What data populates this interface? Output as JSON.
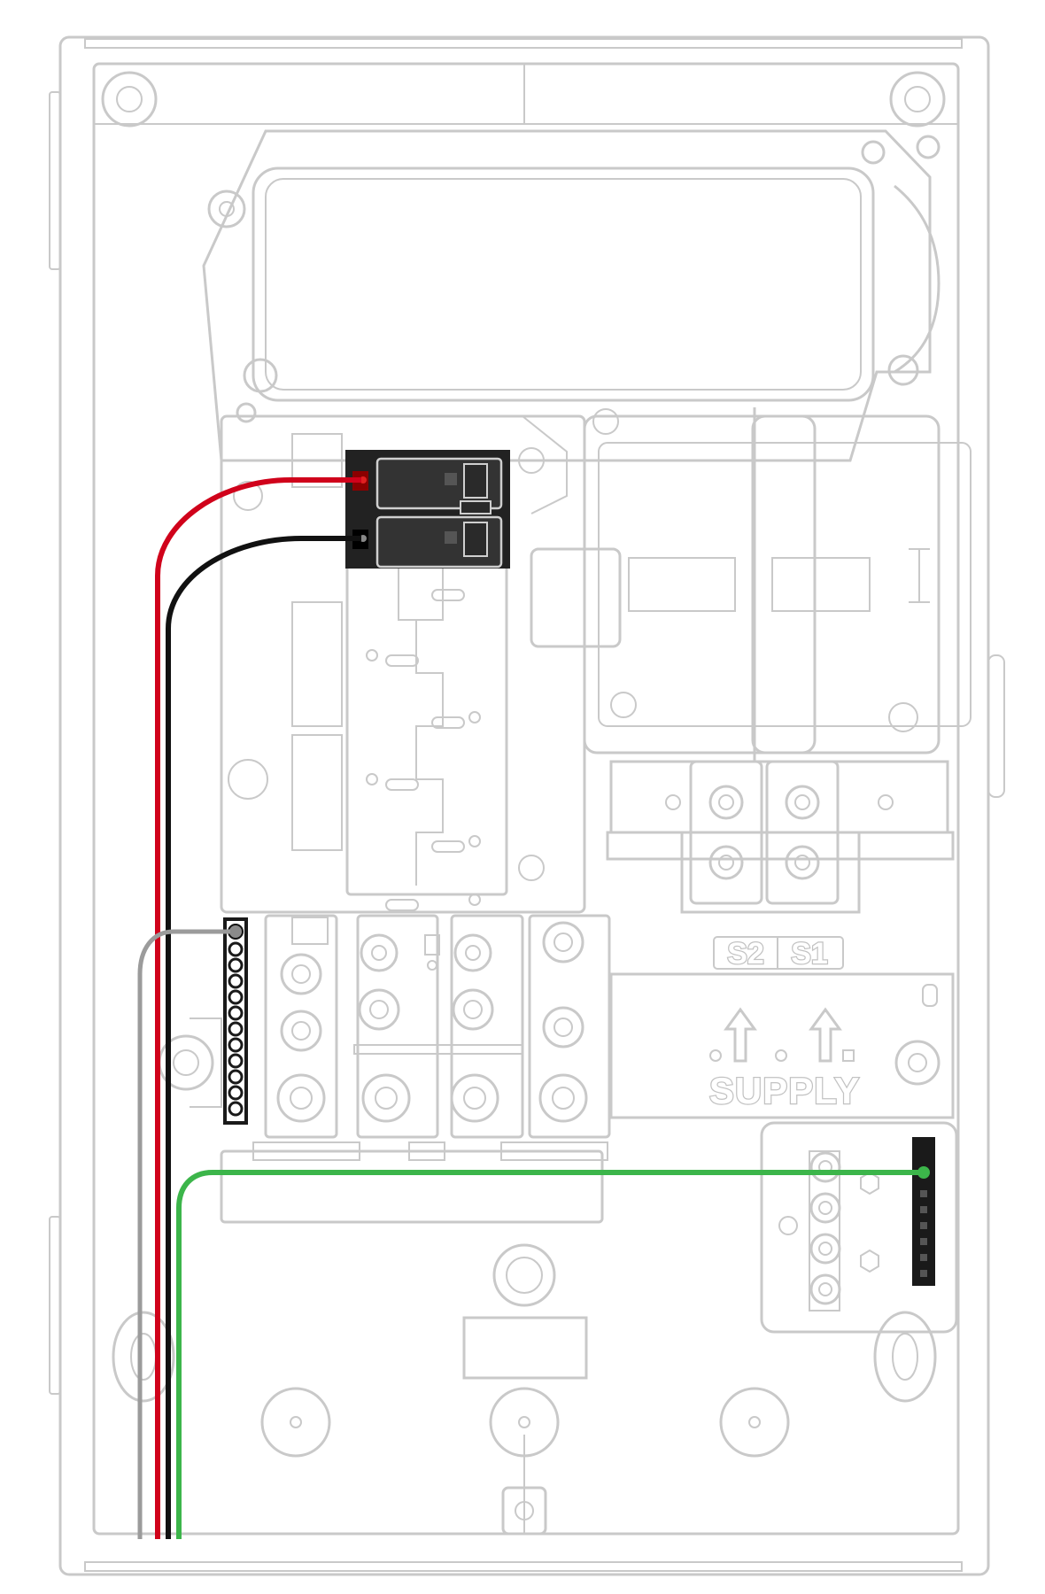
{
  "labels": {
    "s2": "S2",
    "s1": "S1",
    "supply": "SUPPLY"
  },
  "colors": {
    "outline": "#c9c9c9",
    "wire_red": "#d0021b",
    "wire_black": "#111111",
    "wire_gray": "#9b9b9b",
    "wire_green": "#3cb54a",
    "breaker": "#222222",
    "neutral_bar": "#1a1a1a",
    "ground_bar": "#1a1a1a"
  },
  "wires": [
    "red",
    "black",
    "gray",
    "green"
  ],
  "icons": [
    "up-arrow-icon",
    "up-arrow-icon"
  ]
}
